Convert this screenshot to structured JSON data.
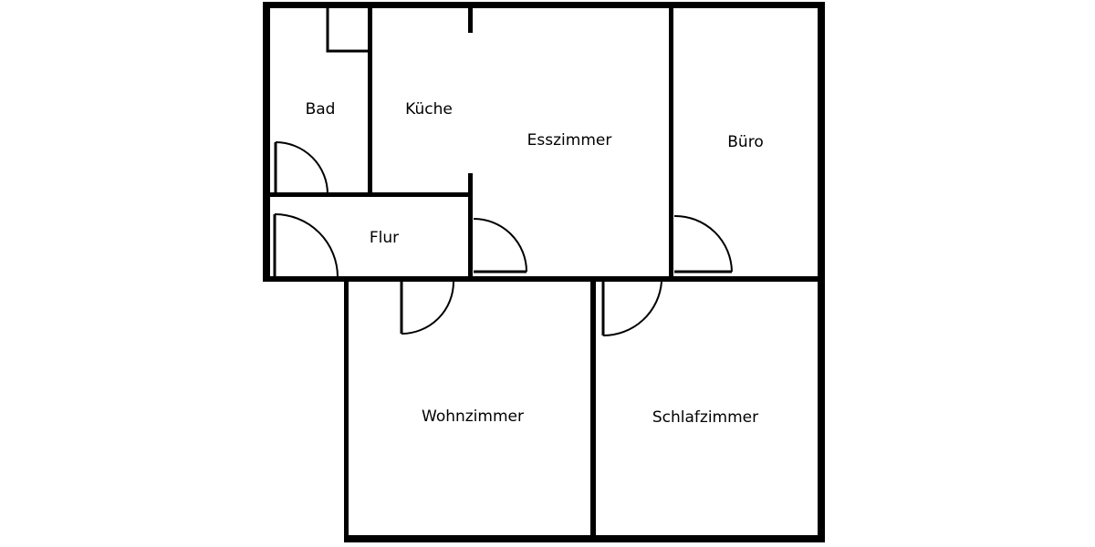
{
  "rooms": {
    "bad": "Bad",
    "kueche": "Küche",
    "esszimmer": "Esszimmer",
    "buero": "Büro",
    "flur": "Flur",
    "wohnzimmer": "Wohnzimmer",
    "schlafzimmer": "Schlafzimmer"
  },
  "colors": {
    "wall": "#000000",
    "background": "#ffffff"
  }
}
